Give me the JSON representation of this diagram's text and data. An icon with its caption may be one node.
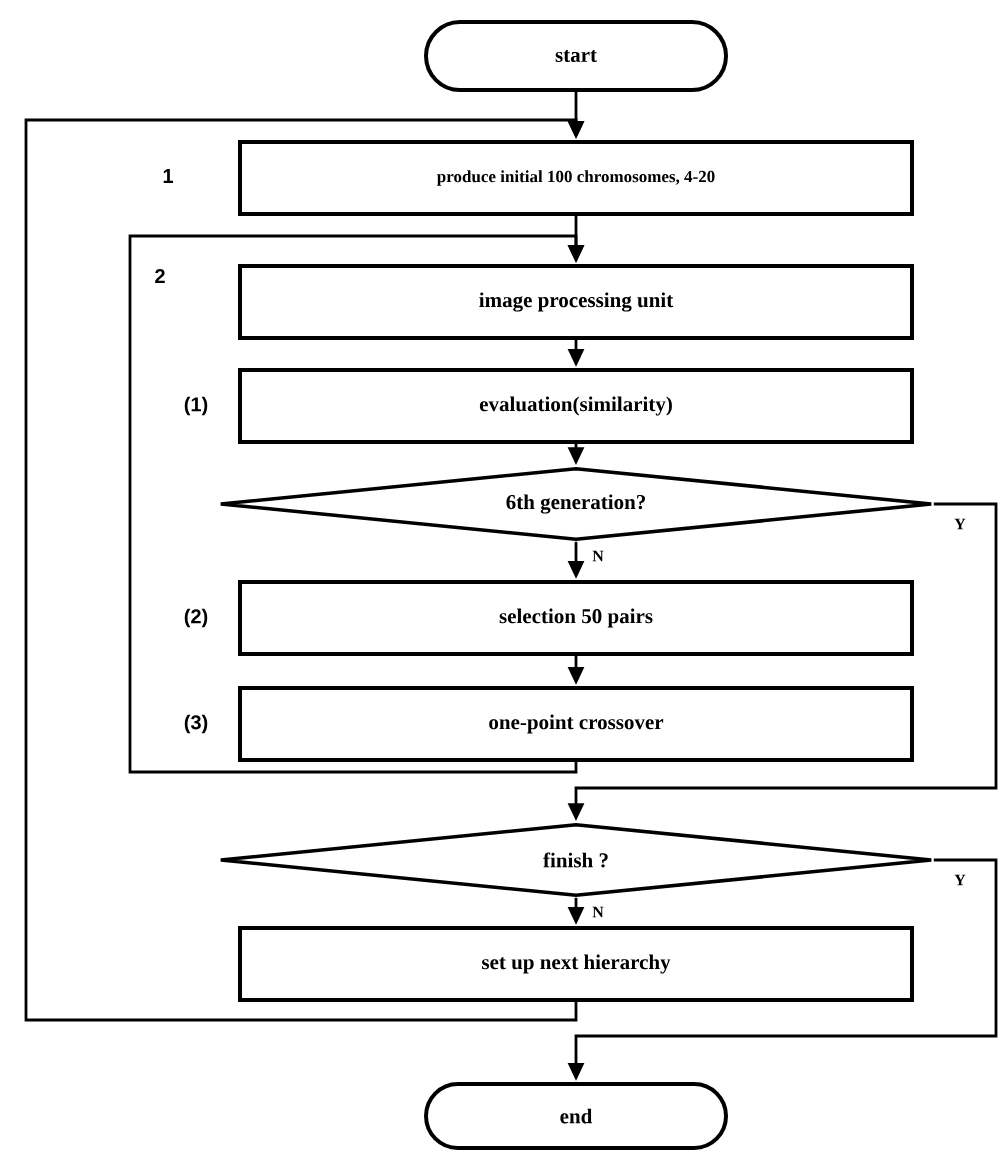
{
  "diagram": {
    "nodes": [
      {
        "text": [
          "start"
        ]
      },
      {
        "text": [
          "produce initial 100 chromosomes, 4-20"
        ]
      },
      {
        "text": [
          "image processing unit"
        ]
      },
      {
        "text": [
          "evaluation(similarity)"
        ]
      },
      {
        "text": [
          "6th generation?"
        ]
      },
      {
        "text": [
          "selection 50 pairs"
        ]
      },
      {
        "text": [
          "one-point crossover"
        ]
      },
      {
        "text": [
          "finish ?"
        ]
      },
      {
        "text": [
          "set up next hierarchy"
        ]
      },
      {
        "text": [
          "end"
        ]
      }
    ],
    "edges": [
      {
        "from": 0,
        "to": 1,
        "arrow": "to"
      },
      {
        "from": 1,
        "to": 2,
        "arrow": "to"
      },
      {
        "from": 2,
        "to": 3,
        "arrow": "to"
      },
      {
        "from": 3,
        "to": 4,
        "arrow": "to"
      },
      {
        "from": 4,
        "to": 5,
        "arrow": "to",
        "label": "N"
      },
      {
        "from": 5,
        "to": 6,
        "arrow": "to"
      },
      {
        "from": 6,
        "to": 2,
        "arrow": "to"
      },
      {
        "from": 4,
        "to": 7,
        "arrow": "to",
        "label": "Y"
      },
      {
        "from": 7,
        "to": 8,
        "arrow": "to",
        "label": "N"
      },
      {
        "from": 8,
        "to": 1,
        "arrow": "to"
      },
      {
        "from": 7,
        "to": 9,
        "arrow": "to",
        "label": "Y"
      }
    ],
    "labels": [
      "1",
      "2",
      "(1)",
      "(2)",
      "(3)"
    ]
  }
}
